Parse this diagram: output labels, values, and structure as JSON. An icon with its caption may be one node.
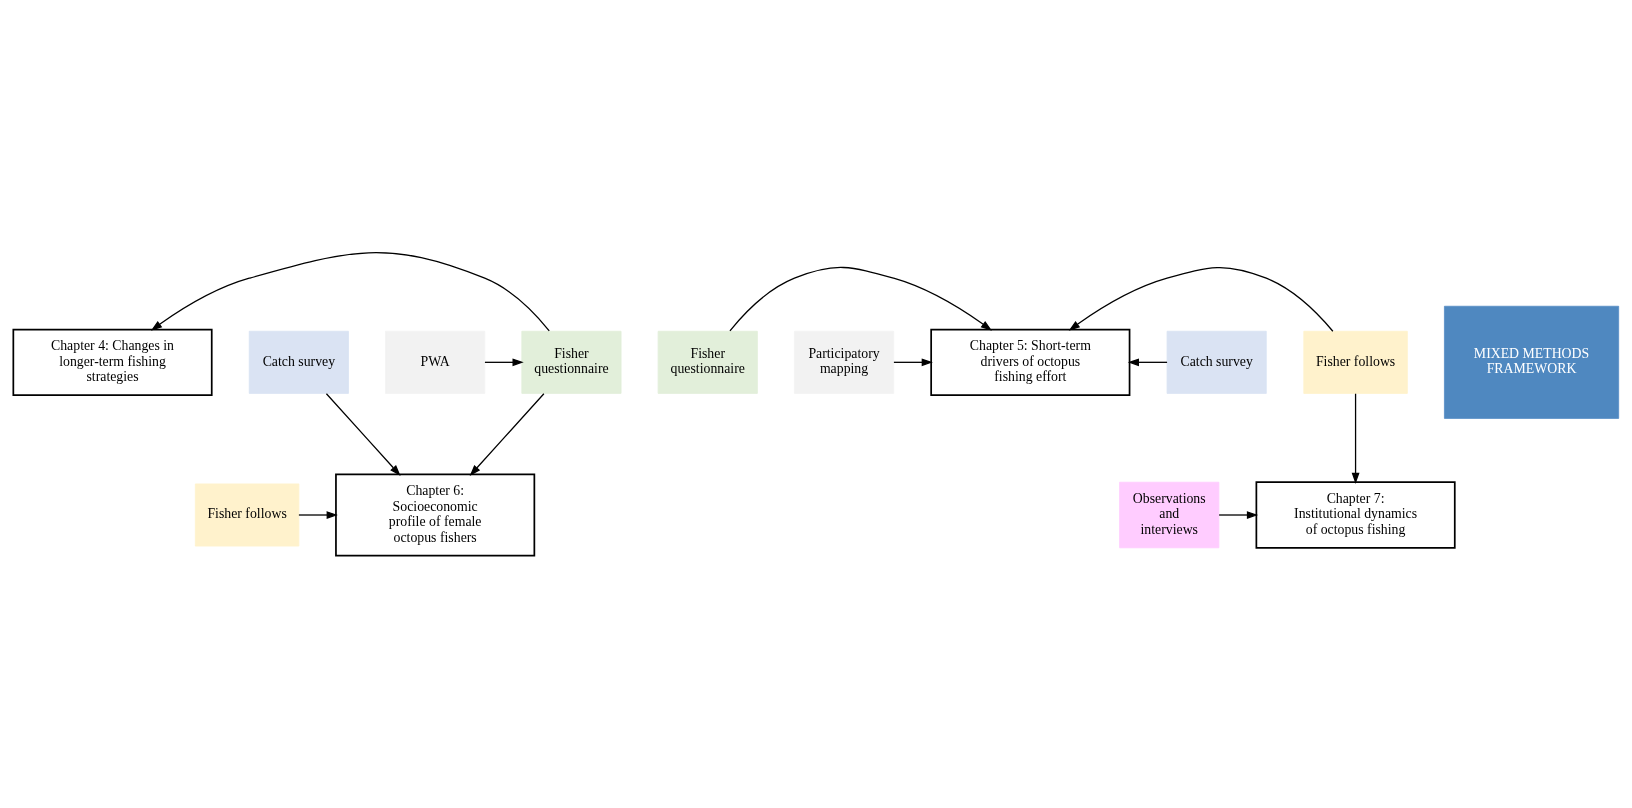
{
  "diagram": {
    "nodes": [
      {
        "text": [
          "Chapter 4: Changes in longer-term fishing strategies"
        ]
      },
      {
        "text": [
          "Fisher questionnaire"
        ]
      },
      {
        "text": [
          "Chapter 5: Short-term drivers of octopus fishing effort"
        ]
      },
      {
        "text": [
          "Participatory mapping"
        ]
      },
      {
        "text": [
          "Catch survey"
        ]
      },
      {
        "text": [
          "Fisher questionnaire"
        ]
      },
      {
        "text": [
          "PWA"
        ]
      },
      {
        "text": [
          "MIXED METHODS FRAMEWORK"
        ]
      },
      {
        "text": [
          "Catch survey"
        ]
      },
      {
        "text": [
          "Fisher follows"
        ]
      },
      {
        "text": [
          "Chapter 6: Socioeconomic profile of female octopus fishers"
        ]
      },
      {
        "text": [
          "Fisher follows"
        ]
      },
      {
        "text": [
          "Observations and interviews"
        ]
      },
      {
        "text": [
          "Chapter 7: Institutional dynamics of octopus fishing"
        ]
      }
    ],
    "edges": [
      {
        "from": 5,
        "to": 0,
        "arrow": "to"
      },
      {
        "from": 1,
        "to": 2,
        "arrow": "to"
      },
      {
        "from": 3,
        "to": 2,
        "arrow": "to"
      },
      {
        "from": 6,
        "to": 5,
        "arrow": "to"
      },
      {
        "from": 8,
        "to": 2,
        "arrow": "to"
      },
      {
        "from": 9,
        "to": 2,
        "arrow": "to"
      },
      {
        "from": 4,
        "to": 10,
        "arrow": "to"
      },
      {
        "from": 5,
        "to": 10,
        "arrow": "to"
      },
      {
        "from": 11,
        "to": 10,
        "arrow": "to"
      },
      {
        "from": 12,
        "to": 13,
        "arrow": "to"
      },
      {
        "from": 9,
        "to": 13,
        "arrow": "to"
      }
    ]
  }
}
